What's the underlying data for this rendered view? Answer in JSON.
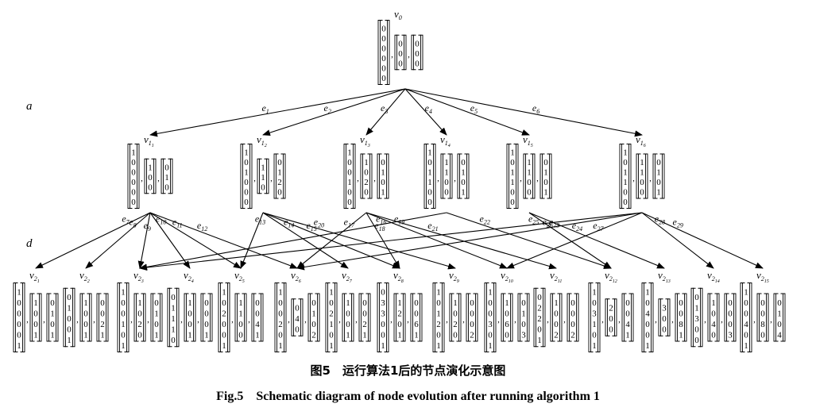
{
  "figure": {
    "caption_cn": "图5　运行算法1后的节点演化示意图",
    "caption_en": "Fig.5　Schematic diagram of node evolution after running algorithm 1"
  },
  "levels": {
    "a": "a",
    "d": "d"
  },
  "nodes": {
    "root": {
      "label": "v",
      "sub": "0",
      "vectors": [
        [
          0,
          0,
          0,
          0,
          0,
          0
        ],
        [
          0,
          0,
          0
        ],
        [
          0,
          0,
          0
        ]
      ]
    },
    "level1": [
      {
        "label": "v",
        "sub": "1",
        "subsub": "1",
        "vectors": [
          [
            1,
            0,
            0,
            0,
            0,
            0
          ],
          [
            1,
            0,
            0
          ],
          [
            0,
            1,
            0
          ]
        ]
      },
      {
        "label": "v",
        "sub": "1",
        "subsub": "2",
        "vectors": [
          [
            1,
            0,
            1,
            0,
            0,
            0
          ],
          [
            1,
            1,
            0
          ],
          [
            0,
            1,
            2,
            0
          ]
        ]
      },
      {
        "label": "v",
        "sub": "1",
        "subsub": "3",
        "vectors": [
          [
            1,
            0,
            0,
            1,
            0,
            0
          ],
          [
            1,
            0,
            2,
            0
          ],
          [
            0,
            1,
            0,
            1
          ]
        ]
      },
      {
        "label": "v",
        "sub": "1",
        "subsub": "4",
        "vectors": [
          [
            1,
            0,
            1,
            1,
            0,
            0
          ],
          [
            1,
            1,
            0,
            0
          ],
          [
            0,
            1,
            0,
            1
          ]
        ]
      },
      {
        "label": "v",
        "sub": "1",
        "subsub": "5",
        "vectors": [
          [
            1,
            0,
            1,
            1,
            0,
            0
          ],
          [
            1,
            1,
            0,
            0
          ],
          [
            0,
            1,
            0,
            1
          ]
        ]
      },
      {
        "label": "v",
        "sub": "1",
        "subsub": "6",
        "vectors": [
          [
            1,
            0,
            1,
            1,
            0,
            0
          ],
          [
            1,
            1,
            0,
            0
          ],
          [
            0,
            1,
            0,
            1
          ]
        ]
      }
    ],
    "level2": [
      {
        "label": "v",
        "sub": "2",
        "subsub": "1",
        "vectors": [
          [
            1,
            0,
            0,
            0,
            0,
            1
          ],
          [
            1,
            0,
            0,
            1
          ],
          [
            0,
            1,
            0,
            1
          ]
        ]
      },
      {
        "label": "v",
        "sub": "2",
        "subsub": "2",
        "vectors": [
          [
            0,
            1,
            0,
            0,
            1
          ],
          [
            1,
            0,
            0,
            1
          ],
          [
            0,
            0,
            2,
            1
          ]
        ]
      },
      {
        "label": "v",
        "sub": "2",
        "subsub": "3",
        "vectors": [
          [
            1,
            0,
            0,
            1,
            0,
            1
          ],
          [
            1,
            0,
            2,
            0
          ],
          [
            0,
            1,
            0,
            1
          ]
        ]
      },
      {
        "label": "v",
        "sub": "2",
        "subsub": "4",
        "vectors": [
          [
            0,
            1,
            1,
            1,
            0
          ],
          [
            1,
            0,
            0,
            1
          ],
          [
            0,
            0,
            0,
            1
          ]
        ]
      },
      {
        "label": "v",
        "sub": "2",
        "subsub": "5",
        "vectors": [
          [
            1,
            0,
            2,
            0,
            0,
            1
          ],
          [
            1,
            1,
            0,
            0
          ],
          [
            0,
            0,
            4,
            1
          ]
        ]
      },
      {
        "label": "v",
        "sub": "2",
        "subsub": "6",
        "vectors": [
          [
            1,
            0,
            0,
            2,
            0,
            1
          ],
          [
            0,
            4,
            0
          ],
          [
            0,
            1,
            0,
            2
          ]
        ]
      },
      {
        "label": "v",
        "sub": "2",
        "subsub": "7",
        "vectors": [
          [
            1,
            0,
            2,
            1,
            0,
            1
          ],
          [
            1,
            0,
            0,
            1
          ],
          [
            0,
            0,
            2,
            1
          ]
        ]
      },
      {
        "label": "v",
        "sub": "2",
        "subsub": "8",
        "vectors": [
          [
            0,
            3,
            3,
            0,
            0,
            1
          ],
          [
            1,
            2,
            0,
            1
          ],
          [
            0,
            0,
            6,
            1
          ]
        ]
      },
      {
        "label": "v",
        "sub": "2",
        "subsub": "9",
        "vectors": [
          [
            1,
            0,
            1,
            2,
            0,
            1
          ],
          [
            1,
            0,
            2,
            0
          ],
          [
            0,
            0,
            0,
            2
          ]
        ]
      },
      {
        "label": "v",
        "sub": "2",
        "subsub": "10",
        "vectors": [
          [
            1,
            0,
            0,
            3,
            0,
            1
          ],
          [
            1,
            0,
            6,
            0
          ],
          [
            0,
            1,
            0,
            3
          ]
        ]
      },
      {
        "label": "v",
        "sub": "2",
        "subsub": "11",
        "vectors": [
          [
            0,
            2,
            2,
            0,
            1
          ],
          [
            1,
            0,
            0,
            2
          ],
          [
            0,
            0,
            0,
            2
          ]
        ]
      },
      {
        "label": "v",
        "sub": "2",
        "subsub": "12",
        "vectors": [
          [
            1,
            0,
            3,
            1,
            0,
            1
          ],
          [
            2,
            0,
            0
          ],
          [
            0,
            0,
            4,
            1
          ]
        ]
      },
      {
        "label": "v",
        "sub": "2",
        "subsub": "13",
        "vectors": [
          [
            1,
            0,
            4,
            0,
            0,
            1
          ],
          [
            3,
            0,
            0
          ],
          [
            0,
            0,
            8,
            1
          ]
        ]
      },
      {
        "label": "v",
        "sub": "2",
        "subsub": "14",
        "vectors": [
          [
            0,
            1,
            3,
            0,
            0
          ],
          [
            1,
            0,
            4,
            0
          ],
          [
            0,
            0,
            0,
            3
          ]
        ]
      },
      {
        "label": "v",
        "sub": "2",
        "subsub": "15",
        "vectors": [
          [
            1,
            0,
            0,
            4,
            0,
            1
          ],
          [
            0,
            0,
            8,
            0
          ],
          [
            0,
            1,
            0,
            4
          ]
        ]
      }
    ]
  },
  "edges_level1": [
    {
      "label": "e",
      "sub": "1",
      "to": 0
    },
    {
      "label": "e",
      "sub": "2",
      "to": 1
    },
    {
      "label": "e",
      "sub": "3",
      "to": 2
    },
    {
      "label": "e",
      "sub": "4",
      "to": 3
    },
    {
      "label": "e",
      "sub": "5",
      "to": 4
    },
    {
      "label": "e",
      "sub": "6",
      "to": 5
    }
  ],
  "edges_level2": [
    {
      "label": "e",
      "sub": "7",
      "from": 0,
      "to": 0
    },
    {
      "label": "e",
      "sub": "8",
      "from": 0,
      "to": 1
    },
    {
      "label": "e",
      "sub": "9",
      "from": 0,
      "to": 2
    },
    {
      "label": "e",
      "sub": "10",
      "from": 0,
      "to": 3
    },
    {
      "label": "e",
      "sub": "11",
      "from": 0,
      "to": 4
    },
    {
      "label": "e",
      "sub": "12",
      "from": 0,
      "to": 5
    },
    {
      "label": "e",
      "sub": "13",
      "from": 1,
      "to": 4
    },
    {
      "label": "e",
      "sub": "14",
      "from": 1,
      "to": 6
    },
    {
      "label": "e",
      "sub": "15",
      "from": 1,
      "to": 7
    },
    {
      "label": "e",
      "sub": "16",
      "from": 3,
      "to": 2
    },
    {
      "label": "e",
      "sub": "17",
      "from": 2,
      "to": 5
    },
    {
      "label": "e",
      "sub": "18",
      "from": 2,
      "to": 7
    },
    {
      "label": "e",
      "sub": "19",
      "from": 2,
      "to": 9
    },
    {
      "label": "e",
      "sub": "20",
      "from": 1,
      "to": 8
    },
    {
      "label": "e",
      "sub": "21",
      "from": 2,
      "to": 10
    },
    {
      "label": "e",
      "sub": "22",
      "from": 3,
      "to": 11
    },
    {
      "label": "e",
      "sub": "23",
      "from": 4,
      "to": 11
    },
    {
      "label": "e",
      "sub": "24",
      "from": 4,
      "to": 12
    },
    {
      "label": "e",
      "sub": "25",
      "from": 5,
      "to": 2
    },
    {
      "label": "e",
      "sub": "26",
      "from": 5,
      "to": 5
    },
    {
      "label": "e",
      "sub": "27",
      "from": 5,
      "to": 9
    },
    {
      "label": "e",
      "sub": "28",
      "from": 5,
      "to": 13
    },
    {
      "label": "e",
      "sub": "29",
      "from": 5,
      "to": 14
    }
  ],
  "colors": {
    "ink": "#000000",
    "background": "#ffffff"
  }
}
